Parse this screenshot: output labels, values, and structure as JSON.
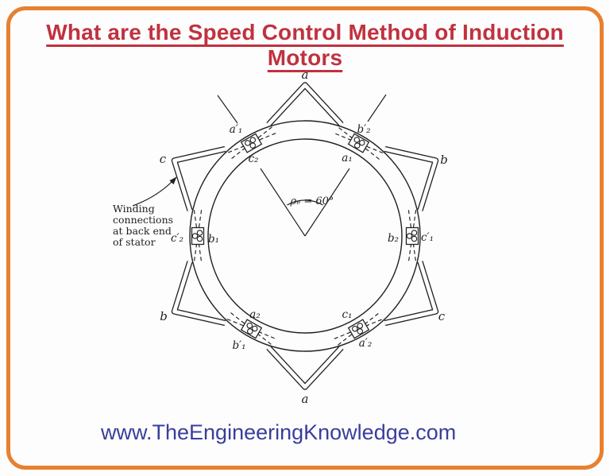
{
  "header": {
    "title": "What are the Speed Control Method of Induction Motors"
  },
  "footer": {
    "website": "www.TheEngineeringKnowledge.com"
  },
  "colors": {
    "border": "#E8802E",
    "title": "#C0323F",
    "website": "#3A3E9B",
    "ink": "#1F1F1F"
  },
  "diagram": {
    "annotation": {
      "line1": "Winding",
      "line2": "connections",
      "line3": "at back end",
      "line4": "of stator"
    },
    "angle_label": "ρₑ = 60°",
    "points": {
      "top": "a",
      "upper_right": "b",
      "lower_right": "c",
      "bottom": "a",
      "lower_left": "b",
      "upper_left": "c"
    },
    "slots": {
      "top_left": {
        "outer": "a′₁",
        "inner": "c₂"
      },
      "top_right": {
        "outer": "b′₂",
        "inner": "a₁"
      },
      "left": {
        "outer": "c′₂",
        "inner": "b₁"
      },
      "right": {
        "outer": "c′₁",
        "inner": "b₂"
      },
      "bottom_left": {
        "outer": "b′₁",
        "inner": "a₂"
      },
      "bottom_right": {
        "outer": "a′₂",
        "inner": "c₁"
      }
    }
  }
}
